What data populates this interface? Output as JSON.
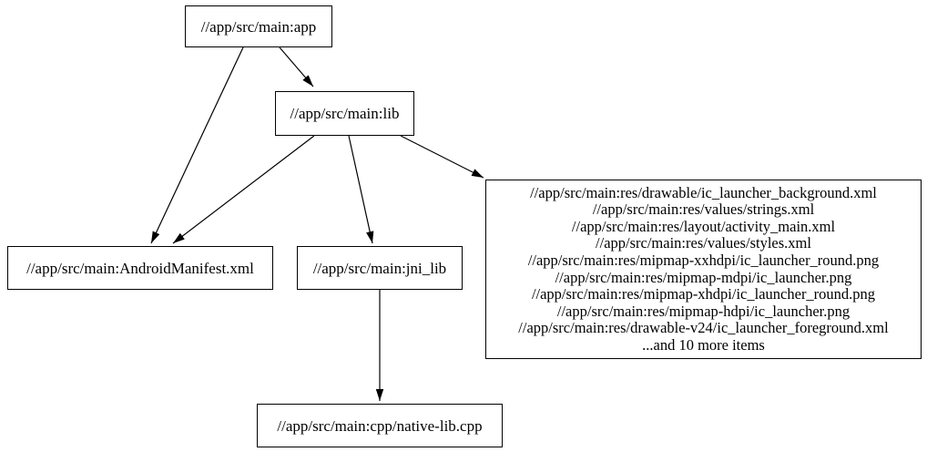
{
  "diagram": {
    "type": "dependency-graph",
    "colors": {
      "background": "#ffffff",
      "node_fill": "#ffffff",
      "node_border": "#000000",
      "edge": "#000000",
      "text": "#000000"
    },
    "nodes": [
      {
        "id": "app",
        "lines": [
          "//app/src/main:app"
        ]
      },
      {
        "id": "lib",
        "lines": [
          "//app/src/main:lib"
        ]
      },
      {
        "id": "manifest",
        "lines": [
          "//app/src/main:AndroidManifest.xml"
        ]
      },
      {
        "id": "jni-lib",
        "lines": [
          "//app/src/main:jni_lib"
        ]
      },
      {
        "id": "resources",
        "lines": [
          "//app/src/main:res/drawable/ic_launcher_background.xml",
          "//app/src/main:res/values/strings.xml",
          "//app/src/main:res/layout/activity_main.xml",
          "//app/src/main:res/values/styles.xml",
          "//app/src/main:res/mipmap-xxhdpi/ic_launcher_round.png",
          "//app/src/main:res/mipmap-mdpi/ic_launcher.png",
          "//app/src/main:res/mipmap-xhdpi/ic_launcher_round.png",
          "//app/src/main:res/mipmap-hdpi/ic_launcher.png",
          "//app/src/main:res/drawable-v24/ic_launcher_foreground.xml",
          "...and 10 more items"
        ]
      },
      {
        "id": "native-cpp",
        "lines": [
          "//app/src/main:cpp/native-lib.cpp"
        ]
      }
    ],
    "edges": [
      {
        "from": "app",
        "to": "lib"
      },
      {
        "from": "app",
        "to": "manifest"
      },
      {
        "from": "lib",
        "to": "manifest"
      },
      {
        "from": "lib",
        "to": "jni-lib"
      },
      {
        "from": "lib",
        "to": "resources"
      },
      {
        "from": "jni-lib",
        "to": "native-cpp"
      }
    ]
  }
}
